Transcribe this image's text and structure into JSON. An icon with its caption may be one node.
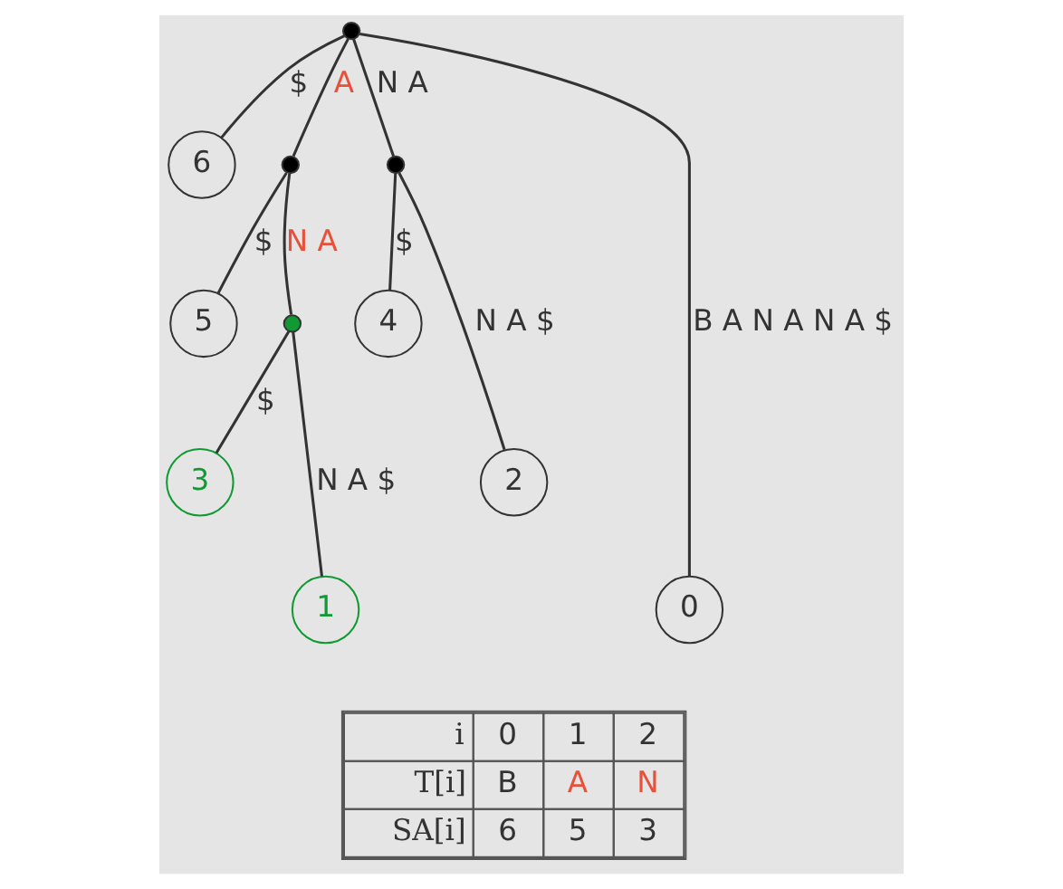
{
  "diagram": {
    "nodes": [
      {
        "text": [],
        "shape": "circle"
      },
      {
        "text": [
          "6"
        ]
      },
      {
        "text": [],
        "shape": "circle"
      },
      {
        "text": [],
        "shape": "circle"
      },
      {
        "text": [
          "4"
        ]
      },
      {
        "text": [
          "2"
        ]
      },
      {
        "text": [
          "5"
        ]
      },
      {
        "text": [],
        "shape": "circle"
      },
      {
        "text": [
          "3"
        ]
      },
      {
        "text": [
          "1"
        ]
      },
      {
        "text": [
          "0"
        ]
      }
    ],
    "edges": [
      {
        "from": 0,
        "to": 1,
        "arrow": "none",
        "label": "$"
      },
      {
        "from": 0,
        "to": 2,
        "arrow": "none",
        "label": "A"
      },
      {
        "from": 0,
        "to": 10,
        "arrow": "none",
        "label": "B A N A N A $"
      },
      {
        "from": 0,
        "to": 3,
        "arrow": "none",
        "label": "N A"
      },
      {
        "from": 3,
        "to": 4,
        "arrow": "none",
        "label": "$"
      },
      {
        "from": 3,
        "to": 5,
        "arrow": "none",
        "label": "N A $"
      },
      {
        "from": 2,
        "to": 6,
        "arrow": "none",
        "label": "$"
      },
      {
        "from": 2,
        "to": 7,
        "arrow": "none",
        "label": "N A"
      },
      {
        "from": 7,
        "to": 8,
        "arrow": "none",
        "label": "$"
      },
      {
        "from": 7,
        "to": 9,
        "arrow": "none",
        "label": "N A $"
      }
    ],
    "labels": [
      "i",
      "0",
      "1",
      "2",
      "T[i]",
      "B",
      "A",
      "N",
      "SA[i]",
      "6",
      "5",
      "3"
    ]
  }
}
